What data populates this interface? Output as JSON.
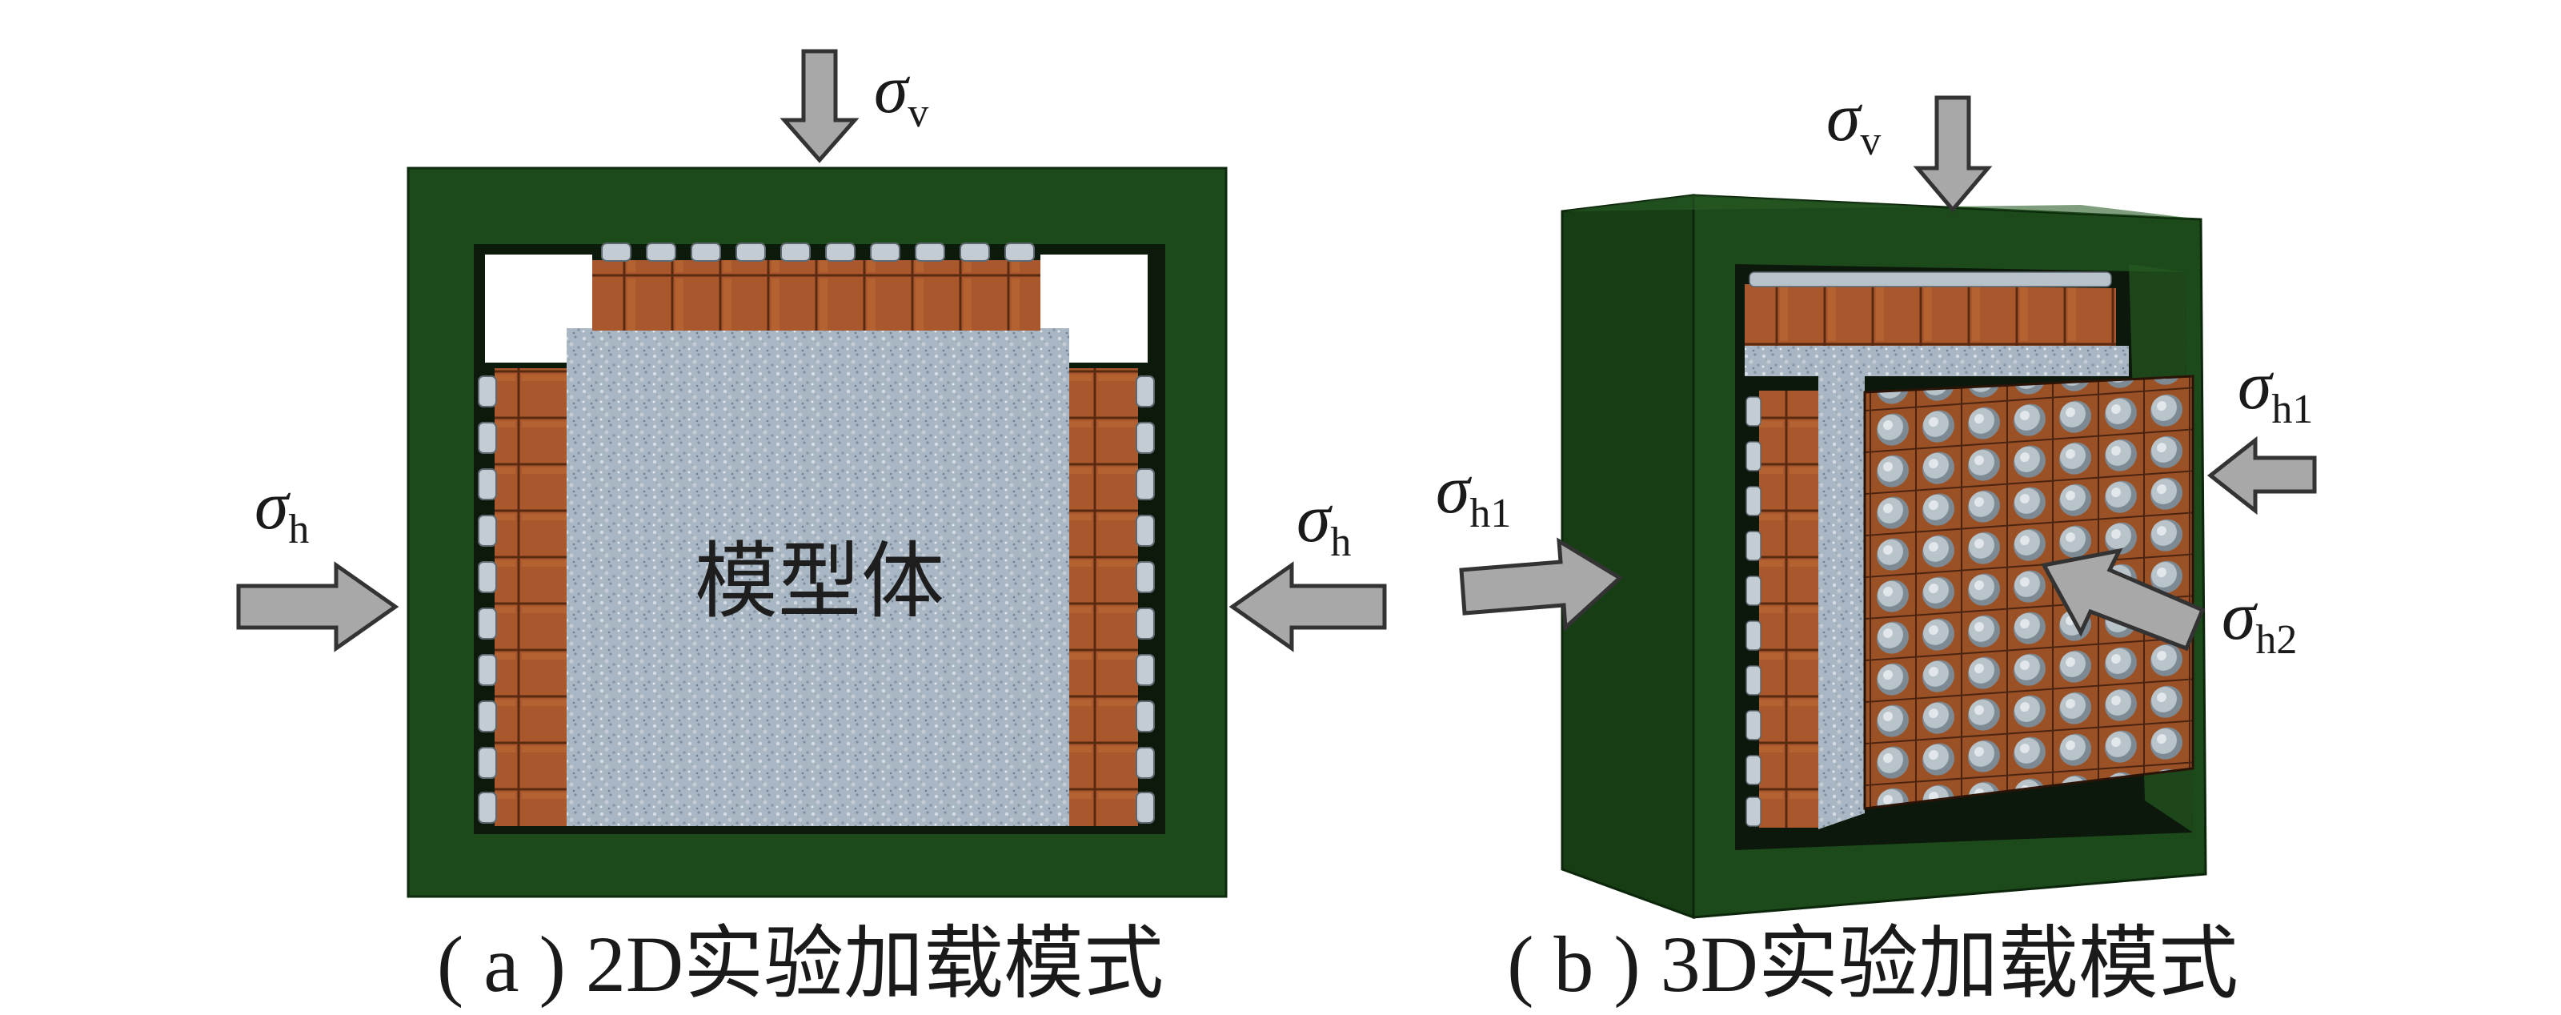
{
  "panel_a": {
    "model_label": "模型体",
    "sigma_v": {
      "symbol": "σ",
      "sub": "v"
    },
    "sigma_h_left": {
      "symbol": "σ",
      "sub": "h"
    },
    "sigma_h_right": {
      "symbol": "σ",
      "sub": "h"
    },
    "caption": "( a ) 2D实验加载模式"
  },
  "panel_b": {
    "sigma_v": {
      "symbol": "σ",
      "sub": "v"
    },
    "sigma_h1_left": {
      "symbol": "σ",
      "sub": "h1"
    },
    "sigma_h1_right": {
      "symbol": "σ",
      "sub": "h1"
    },
    "sigma_h2": {
      "symbol": "σ",
      "sub": "h2"
    },
    "caption": "( b ) 3D实验加载模式"
  },
  "colors": {
    "frame_green": "#1d4a1a",
    "frame_green_dark": "#123512",
    "block_brown": "#a8582c",
    "granite": "#a9b6c3",
    "piston": "#c7d0d6",
    "arrow_gray": "#a8a8a8"
  }
}
